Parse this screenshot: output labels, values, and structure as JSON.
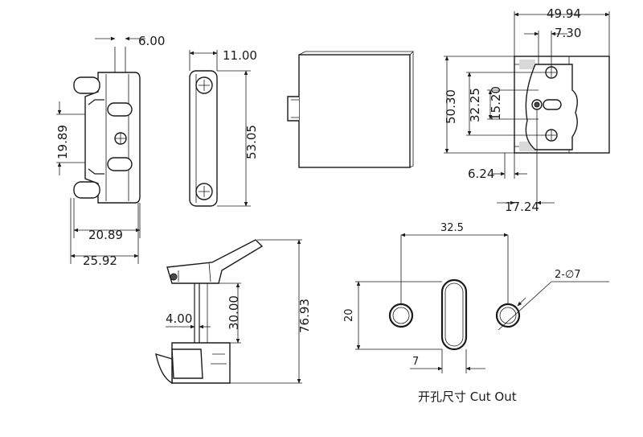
{
  "views": {
    "side": {
      "width_top": "6.00",
      "height_mid": "19.89",
      "width_inner": "20.89",
      "width_outer": "25.92"
    },
    "front": {
      "width": "11.00",
      "height": "53.05"
    },
    "end": {
      "width": "49.94",
      "offset": "7.30",
      "height": "50.30",
      "hole_pitch": "32.25",
      "slot": "15.20",
      "offset_low": "6.24",
      "offset_low2": "17.24"
    },
    "lever": {
      "height": "76.93",
      "stroke": "30.00",
      "pin": "4.00"
    },
    "cutout": {
      "spacing": "32.5",
      "height": "20",
      "slot_width": "7",
      "hole_label": "2-∅7",
      "caption": "开孔尺寸 Cut Out"
    }
  },
  "colors": {
    "line": "#1a1a1a",
    "fill": "#ffffff",
    "shade": "#d9d9d9"
  }
}
